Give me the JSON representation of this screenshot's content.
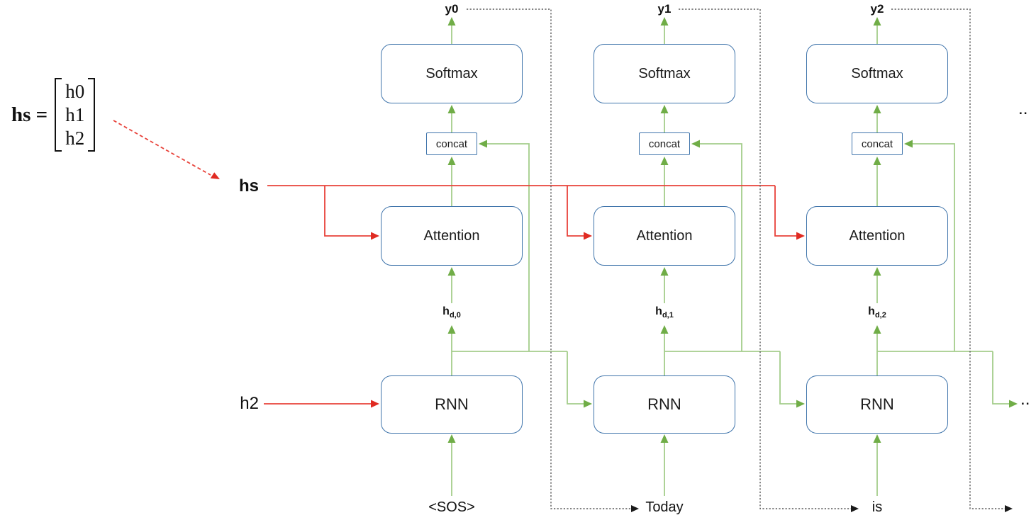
{
  "diagram": {
    "matrix": {
      "label": "hs =",
      "entries": [
        "h0",
        "h1",
        "h2"
      ]
    },
    "hs_line_label": "hs",
    "h2_label": "h2",
    "columns": [
      {
        "output_label": "y0",
        "softmax_label": "Softmax",
        "concat_label": "concat",
        "attention_label": "Attention",
        "hidden_label": "h",
        "hidden_sub": "d,0",
        "rnn_label": "RNN",
        "input_label": "<SOS>"
      },
      {
        "output_label": "y1",
        "softmax_label": "Softmax",
        "concat_label": "concat",
        "attention_label": "Attention",
        "hidden_label": "h",
        "hidden_sub": "d,1",
        "rnn_label": "RNN",
        "input_label": "Today"
      },
      {
        "output_label": "y2",
        "softmax_label": "Softmax",
        "concat_label": "concat",
        "attention_label": "Attention",
        "hidden_label": "h",
        "hidden_sub": "d,2",
        "rnn_label": "RNN",
        "input_label": "is"
      }
    ],
    "ellipsis_top": "..",
    "ellipsis_bottom": "..",
    "colors": {
      "box_border": "#3f74ab",
      "green_line": "#a4cd8b",
      "green_arrowhead": "#70ad47",
      "red_line": "#e8423a",
      "dotted_line": "#5a5a5a",
      "text": "#111111"
    }
  }
}
